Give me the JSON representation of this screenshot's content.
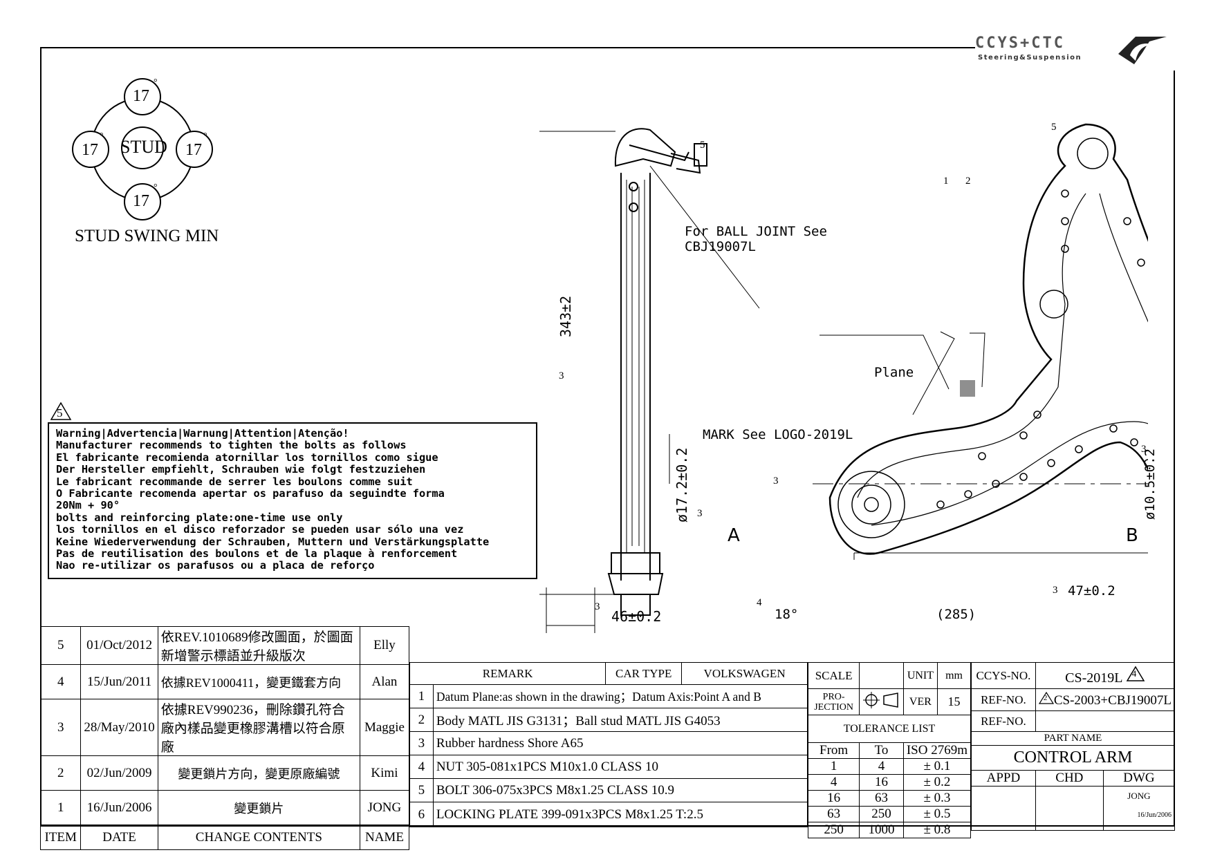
{
  "logo": {
    "main": "CCYS+CTC",
    "sub": "Steering&Suspension"
  },
  "stud_swing": {
    "center": "STUD",
    "angles": [
      "17",
      "17",
      "17",
      "17"
    ],
    "degree": "°",
    "caption": "STUD SWING MIN"
  },
  "warning": {
    "rev_mark": "5",
    "lines": [
      "Warning|Advertencia|Warnung|Attention|Atenção!",
      "Manufacturer recommends to tighten the bolts as follows",
      "El fabricante recomienda atornillar los tornillos como sigue",
      "Der Hersteller empfiehlt, Schrauben wie folgt festzuziehen",
      "Le fabricant recommande de serrer les boulons comme suit",
      "O Fabricante recomenda apertar os parafuso da seguindte forma",
      "20Nm + 90°",
      "bolts and reinforcing plate:one-time use only",
      "los tornillos en el disco reforzador se pueden usar sólo una vez",
      "Keine Wiederverwendung der Schrauben, Muttern und Verstärkungsplatte",
      "Pas de reutilisation des boulons et de la plaque à renforcement",
      "Nao re-utilizar os parafusos ou a placa de reforço"
    ]
  },
  "dims": {
    "length": "343±2",
    "length_mark": "3",
    "width": "46±0.2",
    "width_mark": "3",
    "dia_stud": "ø17.2±0.2",
    "dia_stud_mark": "3",
    "ball_joint_note": [
      "For BALL JOINT See",
      "CBJ19007L"
    ],
    "ball_mark": "5",
    "plane": "Plane",
    "mark_note": "MARK See LOGO-2019L",
    "point_a": "A",
    "point_b": "B",
    "dia_bush": "ø10.5±0.2",
    "dia_bush_mark": "3",
    "bush_width": "47±0.2",
    "bush_width_mark": "3",
    "angle": "18°",
    "angle_mark": "4",
    "span": "(285)",
    "arm_mark": "3",
    "rev_marks_top": [
      "1",
      "2"
    ],
    "top_mark": "5"
  },
  "revisions": [
    {
      "item": "5",
      "date": "01/Oct/2012",
      "contents": "依REV.1010689修改圖面，於圖面新增警示標語並升級版次",
      "name": "Elly"
    },
    {
      "item": "4",
      "date": "15/Jun/2011",
      "contents": "依據REV1000411，變更鐵套方向",
      "name": "Alan"
    },
    {
      "item": "3",
      "date": "28/May/2010",
      "contents": "依據REV990236，刪除鑽孔符合廠內樣品變更橡膠溝槽以符合原廠",
      "name": "Maggie"
    },
    {
      "item": "2",
      "date": "02/Jun/2009",
      "contents": "變更鎖片方向，變更原廠編號",
      "name": "Kimi"
    },
    {
      "item": "1",
      "date": "16/Jun/2006",
      "contents": "變更鎖片",
      "name": "JONG"
    }
  ],
  "rev_headers": {
    "item": "ITEM",
    "date": "DATE",
    "contents": "CHANGE CONTENTS",
    "name": "NAME"
  },
  "remarks_header": {
    "remark": "REMARK",
    "car_type": "CAR TYPE",
    "car_value": "VOLKSWAGEN"
  },
  "remarks": [
    {
      "no": "1",
      "text": "Datum Plane:as shown in the drawing；Datum Axis:Point A and B"
    },
    {
      "no": "2",
      "text": "Body MATL JIS G3131；Ball stud MATL JIS G4053"
    },
    {
      "no": "3",
      "text": "Rubber hardness Shore A65"
    },
    {
      "no": "4",
      "text": "NUT 305-081x1PCS M10x1.0 CLASS 10"
    },
    {
      "no": "5",
      "text": "BOLT 306-075x3PCS M8x1.25 CLASS 10.9"
    },
    {
      "no": "6",
      "text": "LOCKING PLATE 399-091x3PCS M8x1.25 T:2.5"
    }
  ],
  "title_block": {
    "scale": "SCALE",
    "unit": "UNIT",
    "unit_value": "mm",
    "projection": "PRO-\nJECTION",
    "ver": "VER",
    "ver_value": "15",
    "ccys_no": "CCYS-NO.",
    "ccys_value": "CS-2019L",
    "ccys_mark": "4",
    "ref_no": "REF-NO.",
    "ref_value": "CS-2003+CBJ19007L",
    "ref_mark": "2",
    "ref_no2": "REF-NO.",
    "ref_value2": "",
    "tolerance_list": "TOLERANCE LIST",
    "tol_headers": [
      "From",
      "To",
      "ISO 2769m"
    ],
    "tolerances": [
      [
        "1",
        "4",
        "± 0.1"
      ],
      [
        "4",
        "16",
        "± 0.2"
      ],
      [
        "16",
        "63",
        "± 0.3"
      ],
      [
        "63",
        "250",
        "± 0.5"
      ],
      [
        "250",
        "1000",
        "± 0.8"
      ]
    ],
    "part_name_label": "PART NAME",
    "part_name": "CONTROL ARM",
    "appd": "APPD",
    "chd": "CHD",
    "dwg": "DWG",
    "dwg_name": "JONG",
    "dwg_date": "16/Jun/2006"
  },
  "colors": {
    "line": "#000000",
    "hatch": "#333333"
  }
}
